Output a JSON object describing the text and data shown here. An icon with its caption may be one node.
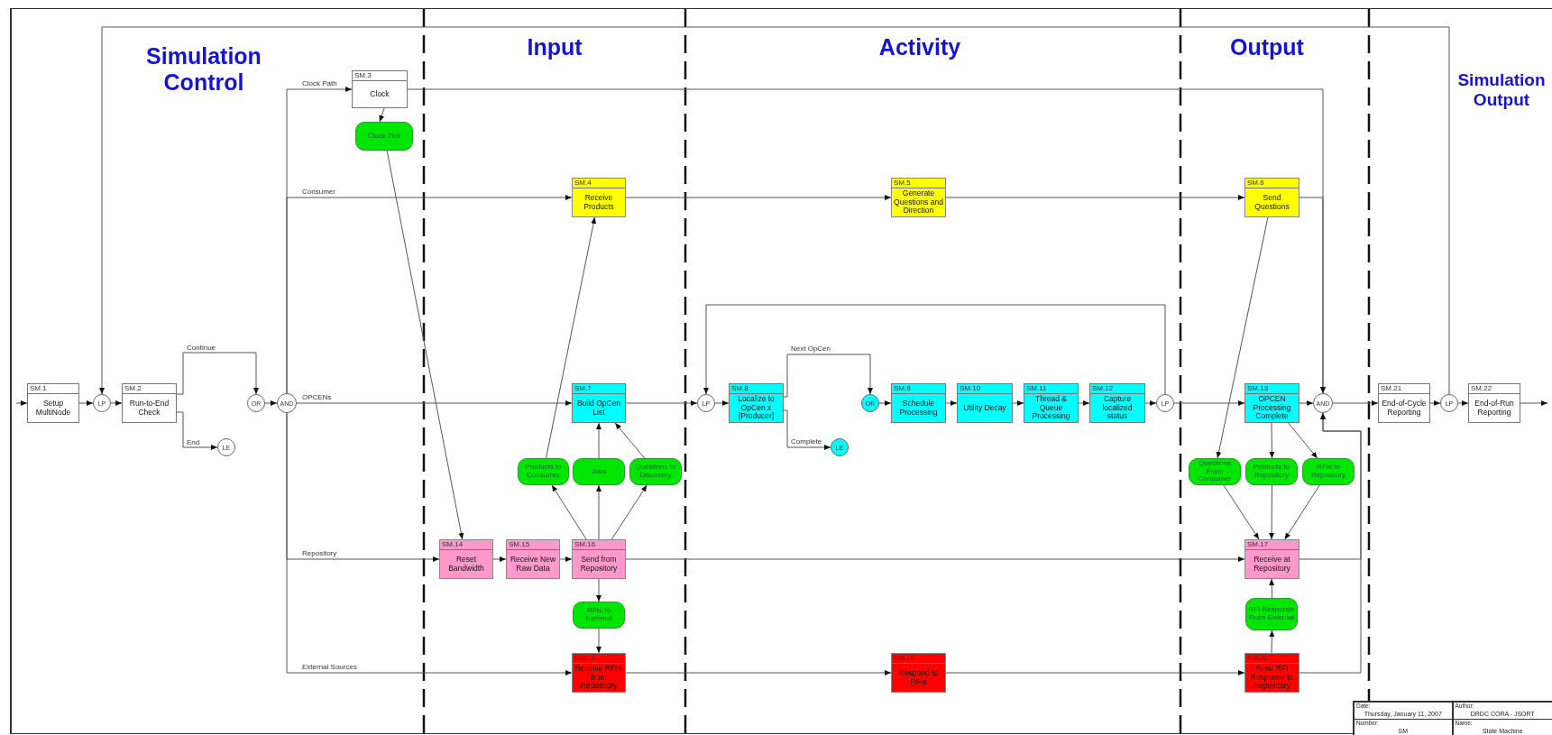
{
  "diagram": {
    "nodes": [
      {
        "text": [
          "SM.3",
          "Clock"
        ]
      },
      {
        "text": [
          "Clock Tick"
        ]
      },
      {
        "text": [
          "SM.4",
          "Receive Products"
        ]
      },
      {
        "text": [
          "SM.5",
          "Generate Questions and Direction"
        ]
      },
      {
        "text": [
          "SM.6",
          "Send Questions"
        ]
      },
      {
        "text": [
          "SM.1",
          "Setup MultiNode"
        ]
      },
      {
        "text": [
          "LP"
        ]
      },
      {
        "text": [
          "SM.2",
          "Run-to-End Check"
        ]
      },
      {
        "text": [
          "OR"
        ]
      },
      {
        "text": [
          "AND"
        ]
      },
      {
        "text": [
          "SM.7",
          "Build OpCen List"
        ]
      },
      {
        "text": [
          "LP"
        ]
      },
      {
        "text": [
          "SM.8",
          "Localize to OpCen.x [Producer]"
        ]
      },
      {
        "text": [
          "OR"
        ]
      },
      {
        "text": [
          "SM.9",
          "Schedule Processing"
        ]
      },
      {
        "text": [
          "SM.10",
          "Utility Decay"
        ]
      },
      {
        "text": [
          "SM.11",
          "Thread & Queue Processing"
        ]
      },
      {
        "text": [
          "SM.12",
          "Capture localized status"
        ]
      },
      {
        "text": [
          "LP"
        ]
      },
      {
        "text": [
          "SM.13",
          "OPCEN Processing Complete"
        ]
      },
      {
        "text": [
          "AND"
        ]
      },
      {
        "text": [
          "SM.21",
          "End-of-Cycle Reporting"
        ]
      },
      {
        "text": [
          "LP"
        ]
      },
      {
        "text": [
          "SM.22",
          "End-of-Run Reporting"
        ]
      },
      {
        "text": [
          "LE"
        ]
      },
      {
        "text": [
          "LE"
        ]
      },
      {
        "text": [
          "Products to Consumer"
        ]
      },
      {
        "text": [
          "Jobs"
        ]
      },
      {
        "text": [
          "Questions to Discovery"
        ]
      },
      {
        "text": [
          "Questions From Consumer"
        ]
      },
      {
        "text": [
          "Products to Repository"
        ]
      },
      {
        "text": [
          "RFIs to Repository"
        ]
      },
      {
        "text": [
          "SM.14",
          "Reset Bandwidth"
        ]
      },
      {
        "text": [
          "SM.15",
          "Receive New Raw Data"
        ]
      },
      {
        "text": [
          "SM.16",
          "Send from Repository"
        ]
      },
      {
        "text": [
          "SM.17",
          "Receive at Repository"
        ]
      },
      {
        "text": [
          "RFIs to External"
        ]
      },
      {
        "text": [
          "RFI Response From External"
        ]
      },
      {
        "text": [
          "SM.18",
          "Receive RFI's from Repository"
        ]
      },
      {
        "text": [
          "SM.19",
          "Respond to RFIs"
        ]
      },
      {
        "text": [
          "SM.20",
          "Send RFI Response to Repository"
        ]
      }
    ],
    "edges": [
      {
        "from": null,
        "to": 5,
        "arrow": "to"
      },
      {
        "from": 5,
        "to": 6,
        "arrow": "to"
      },
      {
        "from": 6,
        "to": 7,
        "arrow": "to"
      },
      {
        "from": 7,
        "to": 8,
        "arrow": "to",
        "label": "Continue"
      },
      {
        "from": 7,
        "to": 24,
        "arrow": "to",
        "label": "End"
      },
      {
        "from": 8,
        "to": 9,
        "arrow": "to"
      },
      {
        "from": 9,
        "to": 0,
        "arrow": "to",
        "label": "Clock Path"
      },
      {
        "from": 9,
        "to": 2,
        "arrow": "to",
        "label": "Consumer"
      },
      {
        "from": 9,
        "to": 10,
        "arrow": "to",
        "label": "OPCENs"
      },
      {
        "from": 9,
        "to": 32,
        "arrow": "to",
        "label": "Repository"
      },
      {
        "from": 9,
        "to": 38,
        "arrow": "to",
        "label": "External Sources"
      },
      {
        "from": 0,
        "to": 1,
        "arrow": "to"
      },
      {
        "from": 1,
        "to": 32,
        "arrow": "to"
      },
      {
        "from": 2,
        "to": 3,
        "arrow": "to"
      },
      {
        "from": 3,
        "to": 4,
        "arrow": "to"
      },
      {
        "from": 4,
        "to": 20,
        "arrow": "to"
      },
      {
        "from": 0,
        "to": 20,
        "arrow": "to"
      },
      {
        "from": 10,
        "to": 11,
        "arrow": "to"
      },
      {
        "from": 11,
        "to": 12,
        "arrow": "to"
      },
      {
        "from": 12,
        "to": 13,
        "arrow": "to",
        "label": "Next OpCen"
      },
      {
        "from": 12,
        "to": 25,
        "arrow": "to",
        "label": "Complete"
      },
      {
        "from": 13,
        "to": 14,
        "arrow": "to"
      },
      {
        "from": 14,
        "to": 15,
        "arrow": "to"
      },
      {
        "from": 15,
        "to": 16,
        "arrow": "to"
      },
      {
        "from": 16,
        "to": 17,
        "arrow": "to"
      },
      {
        "from": 17,
        "to": 18,
        "arrow": "to"
      },
      {
        "from": 18,
        "to": 11,
        "arrow": "to"
      },
      {
        "from": 18,
        "to": 19,
        "arrow": "to"
      },
      {
        "from": 19,
        "to": 20,
        "arrow": "to"
      },
      {
        "from": 20,
        "to": 21,
        "arrow": "to"
      },
      {
        "from": 21,
        "to": 22,
        "arrow": "to"
      },
      {
        "from": 22,
        "to": 23,
        "arrow": "to"
      },
      {
        "from": 23,
        "to": null,
        "arrow": "to"
      },
      {
        "from": 22,
        "to": 6,
        "arrow": "to"
      },
      {
        "from": 32,
        "to": 33,
        "arrow": "to"
      },
      {
        "from": 33,
        "to": 34,
        "arrow": "to"
      },
      {
        "from": 34,
        "to": 35,
        "arrow": "to"
      },
      {
        "from": 34,
        "to": 26,
        "arrow": "to"
      },
      {
        "from": 34,
        "to": 27,
        "arrow": "to"
      },
      {
        "from": 34,
        "to": 28,
        "arrow": "to"
      },
      {
        "from": 26,
        "to": 2,
        "arrow": "to"
      },
      {
        "from": 27,
        "to": 10,
        "arrow": "to"
      },
      {
        "from": 28,
        "to": 10,
        "arrow": "to"
      },
      {
        "from": 34,
        "to": 36,
        "arrow": "to"
      },
      {
        "from": 36,
        "to": 38,
        "arrow": "to"
      },
      {
        "from": 4,
        "to": 29,
        "arrow": "to"
      },
      {
        "from": 19,
        "to": 30,
        "arrow": "to"
      },
      {
        "from": 19,
        "to": 31,
        "arrow": "to"
      },
      {
        "from": 29,
        "to": 35,
        "arrow": "to"
      },
      {
        "from": 30,
        "to": 35,
        "arrow": "to"
      },
      {
        "from": 31,
        "to": 35,
        "arrow": "to"
      },
      {
        "from": 35,
        "to": 20,
        "arrow": "to"
      },
      {
        "from": 38,
        "to": 39,
        "arrow": "to"
      },
      {
        "from": 39,
        "to": 40,
        "arrow": "to"
      },
      {
        "from": 40,
        "to": 37,
        "arrow": "to"
      },
      {
        "from": 37,
        "to": 35,
        "arrow": "to"
      },
      {
        "from": 40,
        "to": 20,
        "arrow": "to"
      }
    ],
    "labels": [
      "Simulation Control",
      "Input",
      "Activity",
      "Output",
      "Simulation Output",
      "Date:",
      "Thursday, January 11, 2007",
      "Author:",
      "DRDC CORA - JSORT",
      "Number:",
      "SM",
      "Name:",
      "State Machine"
    ]
  }
}
